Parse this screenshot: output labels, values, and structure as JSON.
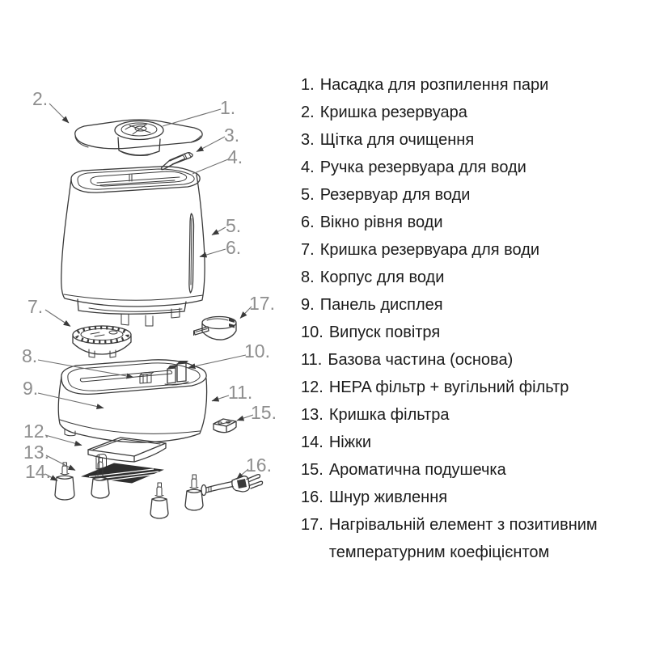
{
  "diagram": {
    "description": "Exploded parts diagram of an ultrasonic humidifier",
    "line_color": "#3a3a3a",
    "callout_color": "#8e8e8e",
    "callouts": [
      "1.",
      "2.",
      "3.",
      "4.",
      "5.",
      "6.",
      "7.",
      "8.",
      "9.",
      "10.",
      "11.",
      "12.",
      "13.",
      "14.",
      "15.",
      "16.",
      "17."
    ]
  },
  "legend": {
    "items": [
      {
        "number": "1.",
        "label": "Насадка для розпилення пари"
      },
      {
        "number": "2.",
        "label": "Кришка резервуара"
      },
      {
        "number": "3.",
        "label": "Щітка для очищення"
      },
      {
        "number": "4.",
        "label": "Ручка резервуара для води"
      },
      {
        "number": "5.",
        "label": "Резервуар для води"
      },
      {
        "number": "6.",
        "label": "Вікно рівня води"
      },
      {
        "number": "7.",
        "label": "Кришка резервуара для води"
      },
      {
        "number": "8.",
        "label": "Корпус для води"
      },
      {
        "number": "9.",
        "label": "Панель дисплея"
      },
      {
        "number": "10.",
        "label": "Випуск повітря"
      },
      {
        "number": "11.",
        "label": "Базова частина (основа)"
      },
      {
        "number": "12.",
        "label": "HEPA фільтр + вугільний фільтр"
      },
      {
        "number": "13.",
        "label": "Кришка фільтра"
      },
      {
        "number": "14.",
        "label": "Ніжки"
      },
      {
        "number": "15.",
        "label": "Ароматична подушечка"
      },
      {
        "number": "16.",
        "label": "Шнур живлення"
      },
      {
        "number": "17.",
        "label": "Нагрівальній елемент з позитивним температурним коефіцієнтом"
      }
    ]
  }
}
